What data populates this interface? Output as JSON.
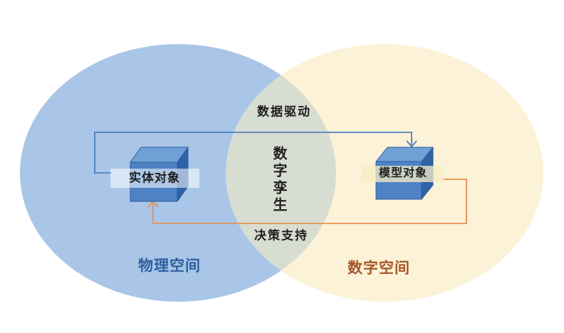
{
  "diagram": {
    "center_overlap_label": "数字孪生",
    "overlap_fill": "#d8ddd2",
    "dark_text_color": "#1f1f1f",
    "physical_space": {
      "label": "物理空间",
      "circle_fill": "#a9c6e8",
      "label_color": "#2f5f9f",
      "object_label": "实体对象",
      "object_band_fill": "rgba(255,255,255,0.55)"
    },
    "digital_space": {
      "label": "数字空间",
      "circle_fill": "#fcf2d7",
      "label_color": "#a3582a",
      "object_label": "模型对象",
      "object_band_fill": "rgba(247,238,198,0.75)"
    },
    "flows": {
      "data_driven": {
        "label": "数据驱动",
        "color": "#4d7fbe",
        "from": "实体对象",
        "to": "模型对象",
        "direction": "left-to-right"
      },
      "decision_support": {
        "label": "决策支持",
        "color": "#e78f51",
        "from": "模型对象",
        "to": "实体对象",
        "direction": "right-to-left"
      }
    },
    "cube_colors": {
      "top": "#6fa1d6",
      "front": "#4d83c5",
      "side": "#2f62a6",
      "edge": "#2a5c9c"
    }
  }
}
